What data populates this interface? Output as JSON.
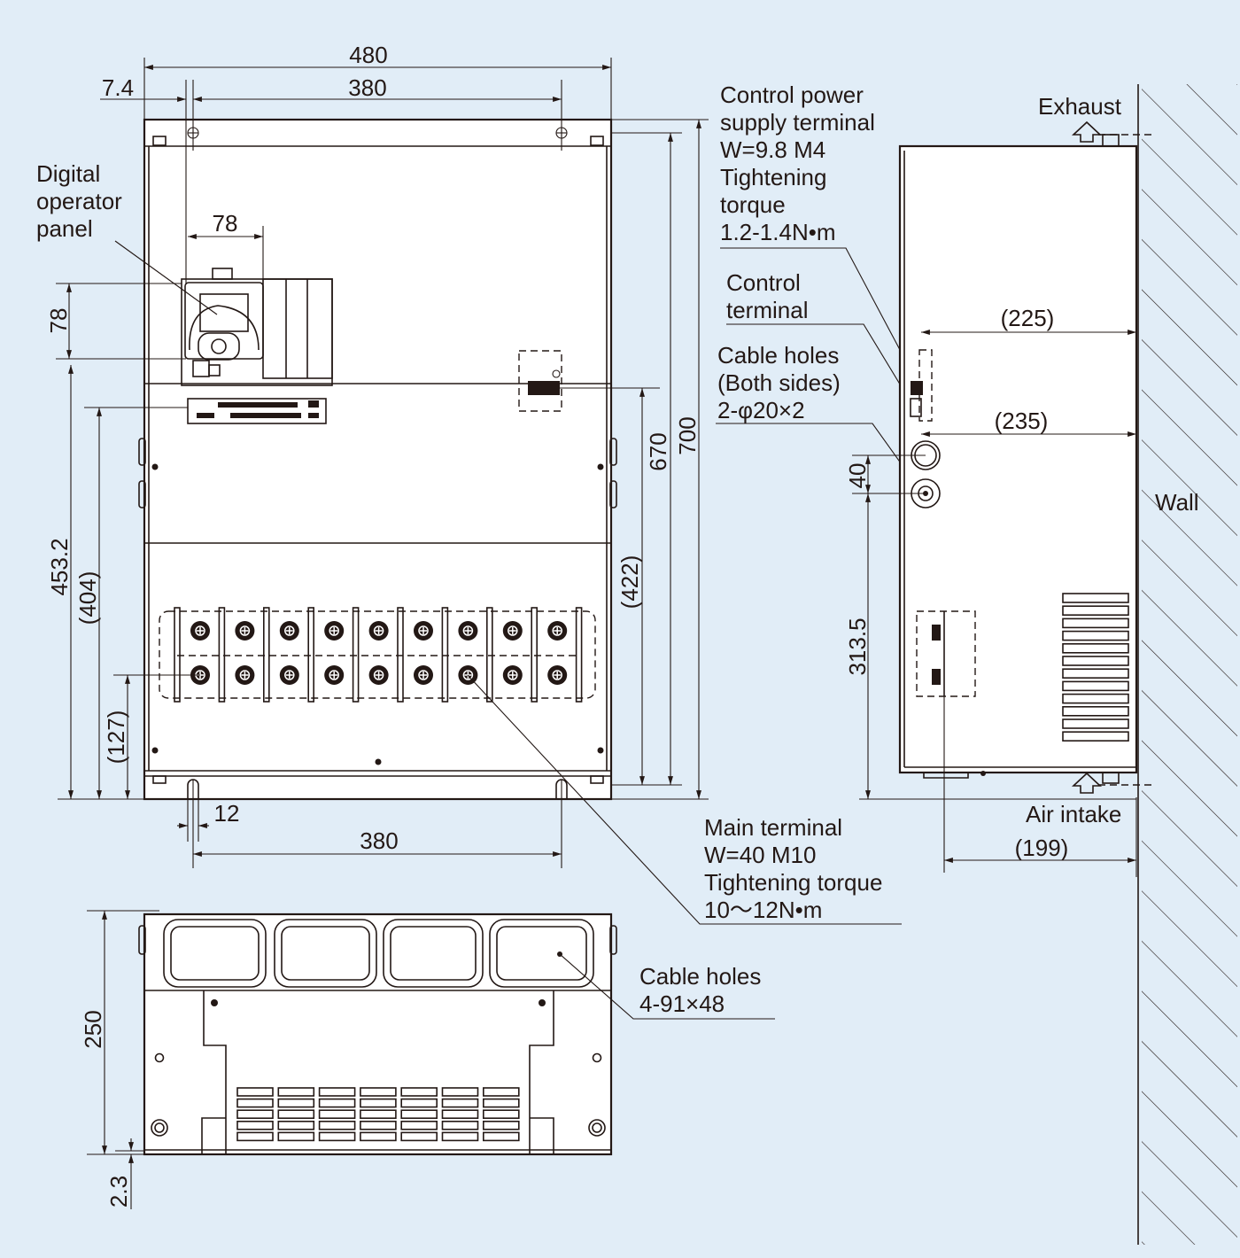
{
  "dimensions": {
    "width_480": "480",
    "offset_7_4": "7.4",
    "mount_380_top": "380",
    "panel_width_78": "78",
    "panel_height_78": "78",
    "height_453_2": "453.2",
    "height_404": "(404)",
    "height_127": "(127)",
    "slot_12": "12",
    "mount_380_bottom": "380",
    "height_670": "670",
    "height_700": "700",
    "height_422": "(422)",
    "depth_225": "(225)",
    "depth_235": "(235)",
    "hole_pitch_40": "40",
    "hole_height_313_5": "313.5",
    "depth_199": "(199)",
    "depth_250": "250",
    "offset_2_3": "2.3"
  },
  "labels": {
    "digital_operator_panel": [
      "Digital",
      "operator",
      "panel"
    ],
    "control_power_supply": [
      "Control power",
      "supply terminal",
      "W=9.8 M4",
      "Tightening",
      "torque",
      "1.2-1.4N•m"
    ],
    "control_terminal": [
      "Control",
      "terminal"
    ],
    "cable_holes_side": [
      "Cable holes",
      "(Both sides)",
      "2-φ20×2"
    ],
    "exhaust": "Exhaust",
    "wall": "Wall",
    "air_intake": "Air intake",
    "main_terminal": [
      "Main terminal",
      "W=40 M10",
      "Tightening torque",
      "10～12N•m"
    ],
    "cable_holes_bottom": [
      "Cable holes",
      "4-91×48"
    ]
  },
  "colors": {
    "background": "#e1edf7",
    "ink": "#231815",
    "body": "#ffffff"
  }
}
